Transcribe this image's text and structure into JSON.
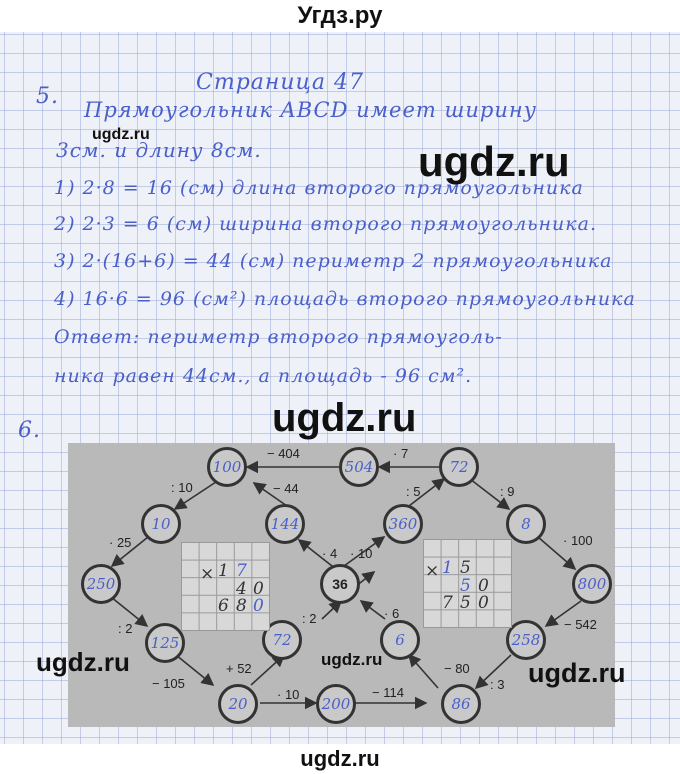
{
  "header": {
    "site_title": "Угдз.ру"
  },
  "footer": {
    "watermark": "ugdz.ru"
  },
  "notebook": {
    "title": "Страница 47",
    "task5": {
      "number": "5.",
      "lines": [
        "Прямоугольник ABCD имеет ширину",
        "3см. и длину 8см.",
        "1) 2·8 = 16 (см) длина второго прямоугольника",
        "2) 2·3 = 6 (см) ширина второго прямоугольника.",
        "3) 2·(16+6) = 44 (см) периметр 2 прямоугольника",
        "4) 16·6 = 96 (см²) площадь второго прямоугольника",
        "Ответ: периметр второго прямоуголь-",
        "ника равен 44см., а площадь - 96 см²."
      ]
    },
    "task6": {
      "number": "6.",
      "center_value": "36",
      "nodes": [
        {
          "id": "n100",
          "value": "100"
        },
        {
          "id": "n504",
          "value": "504"
        },
        {
          "id": "n72top",
          "value": "72"
        },
        {
          "id": "n10",
          "value": "10"
        },
        {
          "id": "n144",
          "value": "144"
        },
        {
          "id": "n360",
          "value": "360"
        },
        {
          "id": "n8",
          "value": "8"
        },
        {
          "id": "n250",
          "value": "250"
        },
        {
          "id": "n800",
          "value": "800"
        },
        {
          "id": "n125",
          "value": "125"
        },
        {
          "id": "n72",
          "value": "72"
        },
        {
          "id": "n6",
          "value": "6"
        },
        {
          "id": "n258",
          "value": "258"
        },
        {
          "id": "n20",
          "value": "20"
        },
        {
          "id": "n200",
          "value": "200"
        },
        {
          "id": "n86",
          "value": "86"
        }
      ],
      "operations": {
        "op_504_100": "− 404",
        "op_72_504": "· 7",
        "op_100_10": ": 10",
        "op_144_100": "− 44",
        "op_360_72": ": 5",
        "op_72_8": ": 9",
        "op_10_250": "· 25",
        "op_36_144": "· 4",
        "op_36_360": "· 10",
        "op_8_800": "· 100",
        "op_250_125": ": 2",
        "op_72_36": ": 2",
        "op_6_36": "· 6",
        "op_800_258": "− 542",
        "op_125_20": "− 105",
        "op_20_72": "+ 52",
        "op_20_200": "· 10",
        "op_200_86": "− 114",
        "op_86_6": "− 80",
        "op_258_86": ": 3"
      },
      "calc_left": {
        "sign": "×",
        "row1": [
          "1",
          "7"
        ],
        "row2": [
          "4",
          "0"
        ],
        "result": [
          "6",
          "8",
          "0"
        ]
      },
      "calc_right": {
        "sign": "×",
        "row1": [
          "1",
          "5"
        ],
        "row2": [
          "5",
          "0"
        ],
        "result": [
          "7",
          "5",
          "0"
        ]
      }
    }
  },
  "watermarks": [
    "ugdz.ru",
    "ugdz.ru",
    "ugdz.ru",
    "ugdz.ru",
    "ugdz.ru",
    "ugdz.ru"
  ]
}
